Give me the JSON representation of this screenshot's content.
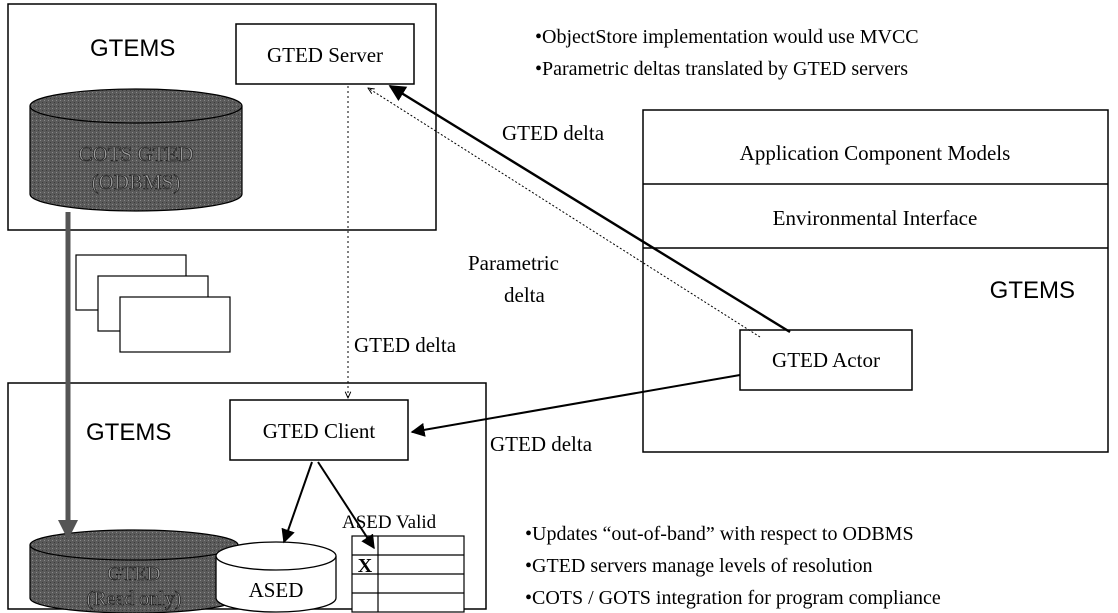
{
  "top_panel": {
    "title": "GTEMS",
    "server_label": "GTED Server",
    "db_line1": "COTS GTED",
    "db_line2": "(ODBMS)"
  },
  "bottom_panel": {
    "title": "GTEMS",
    "client_label": "GTED Client",
    "ased_label": "ASED",
    "ased_valid_label": "ASED Valid",
    "table_mark": "X",
    "db_line1": "GTED",
    "db_line2": "(Read only)"
  },
  "right_panel": {
    "row1": "Application Component Models",
    "row2": "Environmental Interface",
    "title": "GTEMS",
    "actor_label": "GTED Actor"
  },
  "labels": {
    "gted_delta_top": "GTED delta",
    "parametric_line1": "Parametric",
    "parametric_line2": "delta",
    "gted_delta_middle": "GTED delta",
    "gted_delta_bottom": "GTED delta"
  },
  "notes_top": [
    "•ObjectStore implementation would use MVCC",
    "•Parametric deltas translated by GTED servers"
  ],
  "notes_bottom": [
    "•Updates “out-of-band” with respect to ODBMS",
    "•GTED servers manage levels of resolution",
    "•COTS / GOTS integration for program compliance"
  ]
}
